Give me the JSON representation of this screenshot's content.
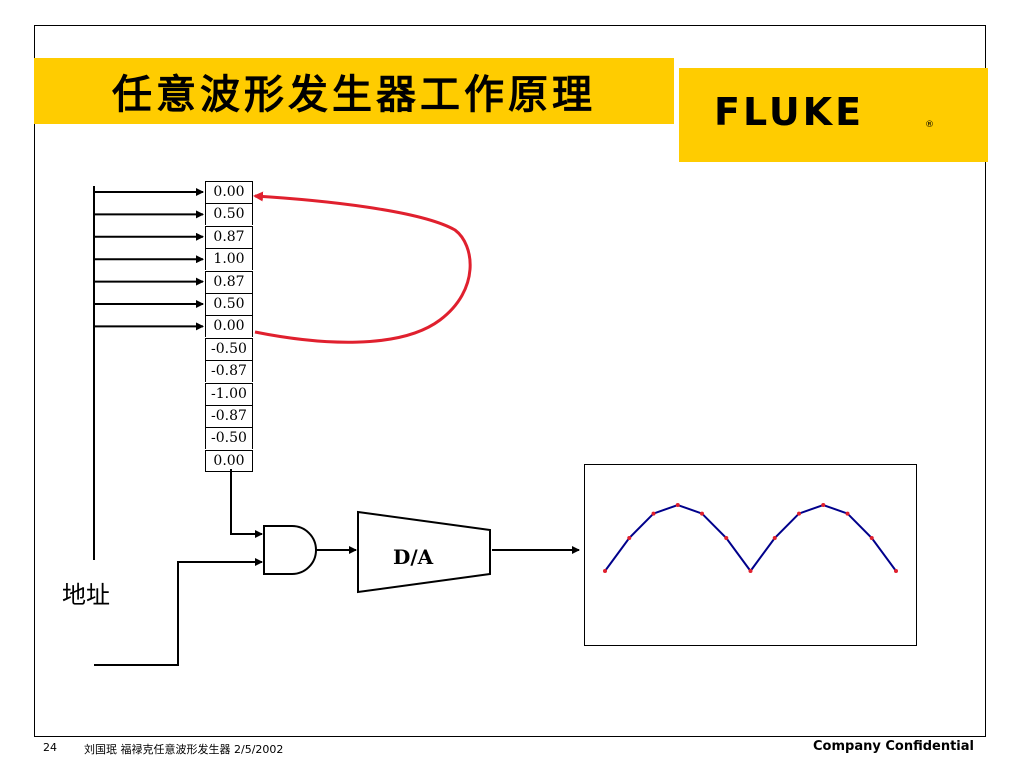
{
  "slide": {
    "title": "任意波形发生器工作原理",
    "logo": "FLUKE",
    "logo_mark": "®",
    "brand_color": "#ffcc00",
    "accent_red": "#e0202e",
    "wave_color": "#00008b"
  },
  "memory": {
    "values": [
      "0.00",
      "0.50",
      "0.87",
      "1.00",
      "0.87",
      "0.50",
      "0.00",
      "-0.50",
      "-0.87",
      "-1.00",
      "-0.87",
      "-0.50",
      "0.00"
    ],
    "loop_from_index": 6,
    "loop_to_index": 0
  },
  "labels": {
    "address": "地址",
    "converter": "D/A"
  },
  "waveform": {
    "samples": [
      0.0,
      0.5,
      0.87,
      1.0,
      0.87,
      0.5,
      0.0,
      0.5,
      0.87,
      1.0,
      0.87,
      0.5,
      0.0
    ]
  },
  "footer": {
    "page_number": "24",
    "info": "刘国珉   福禄克任意波形发生器   2/5/2002",
    "confidential": "Company Confidential"
  }
}
